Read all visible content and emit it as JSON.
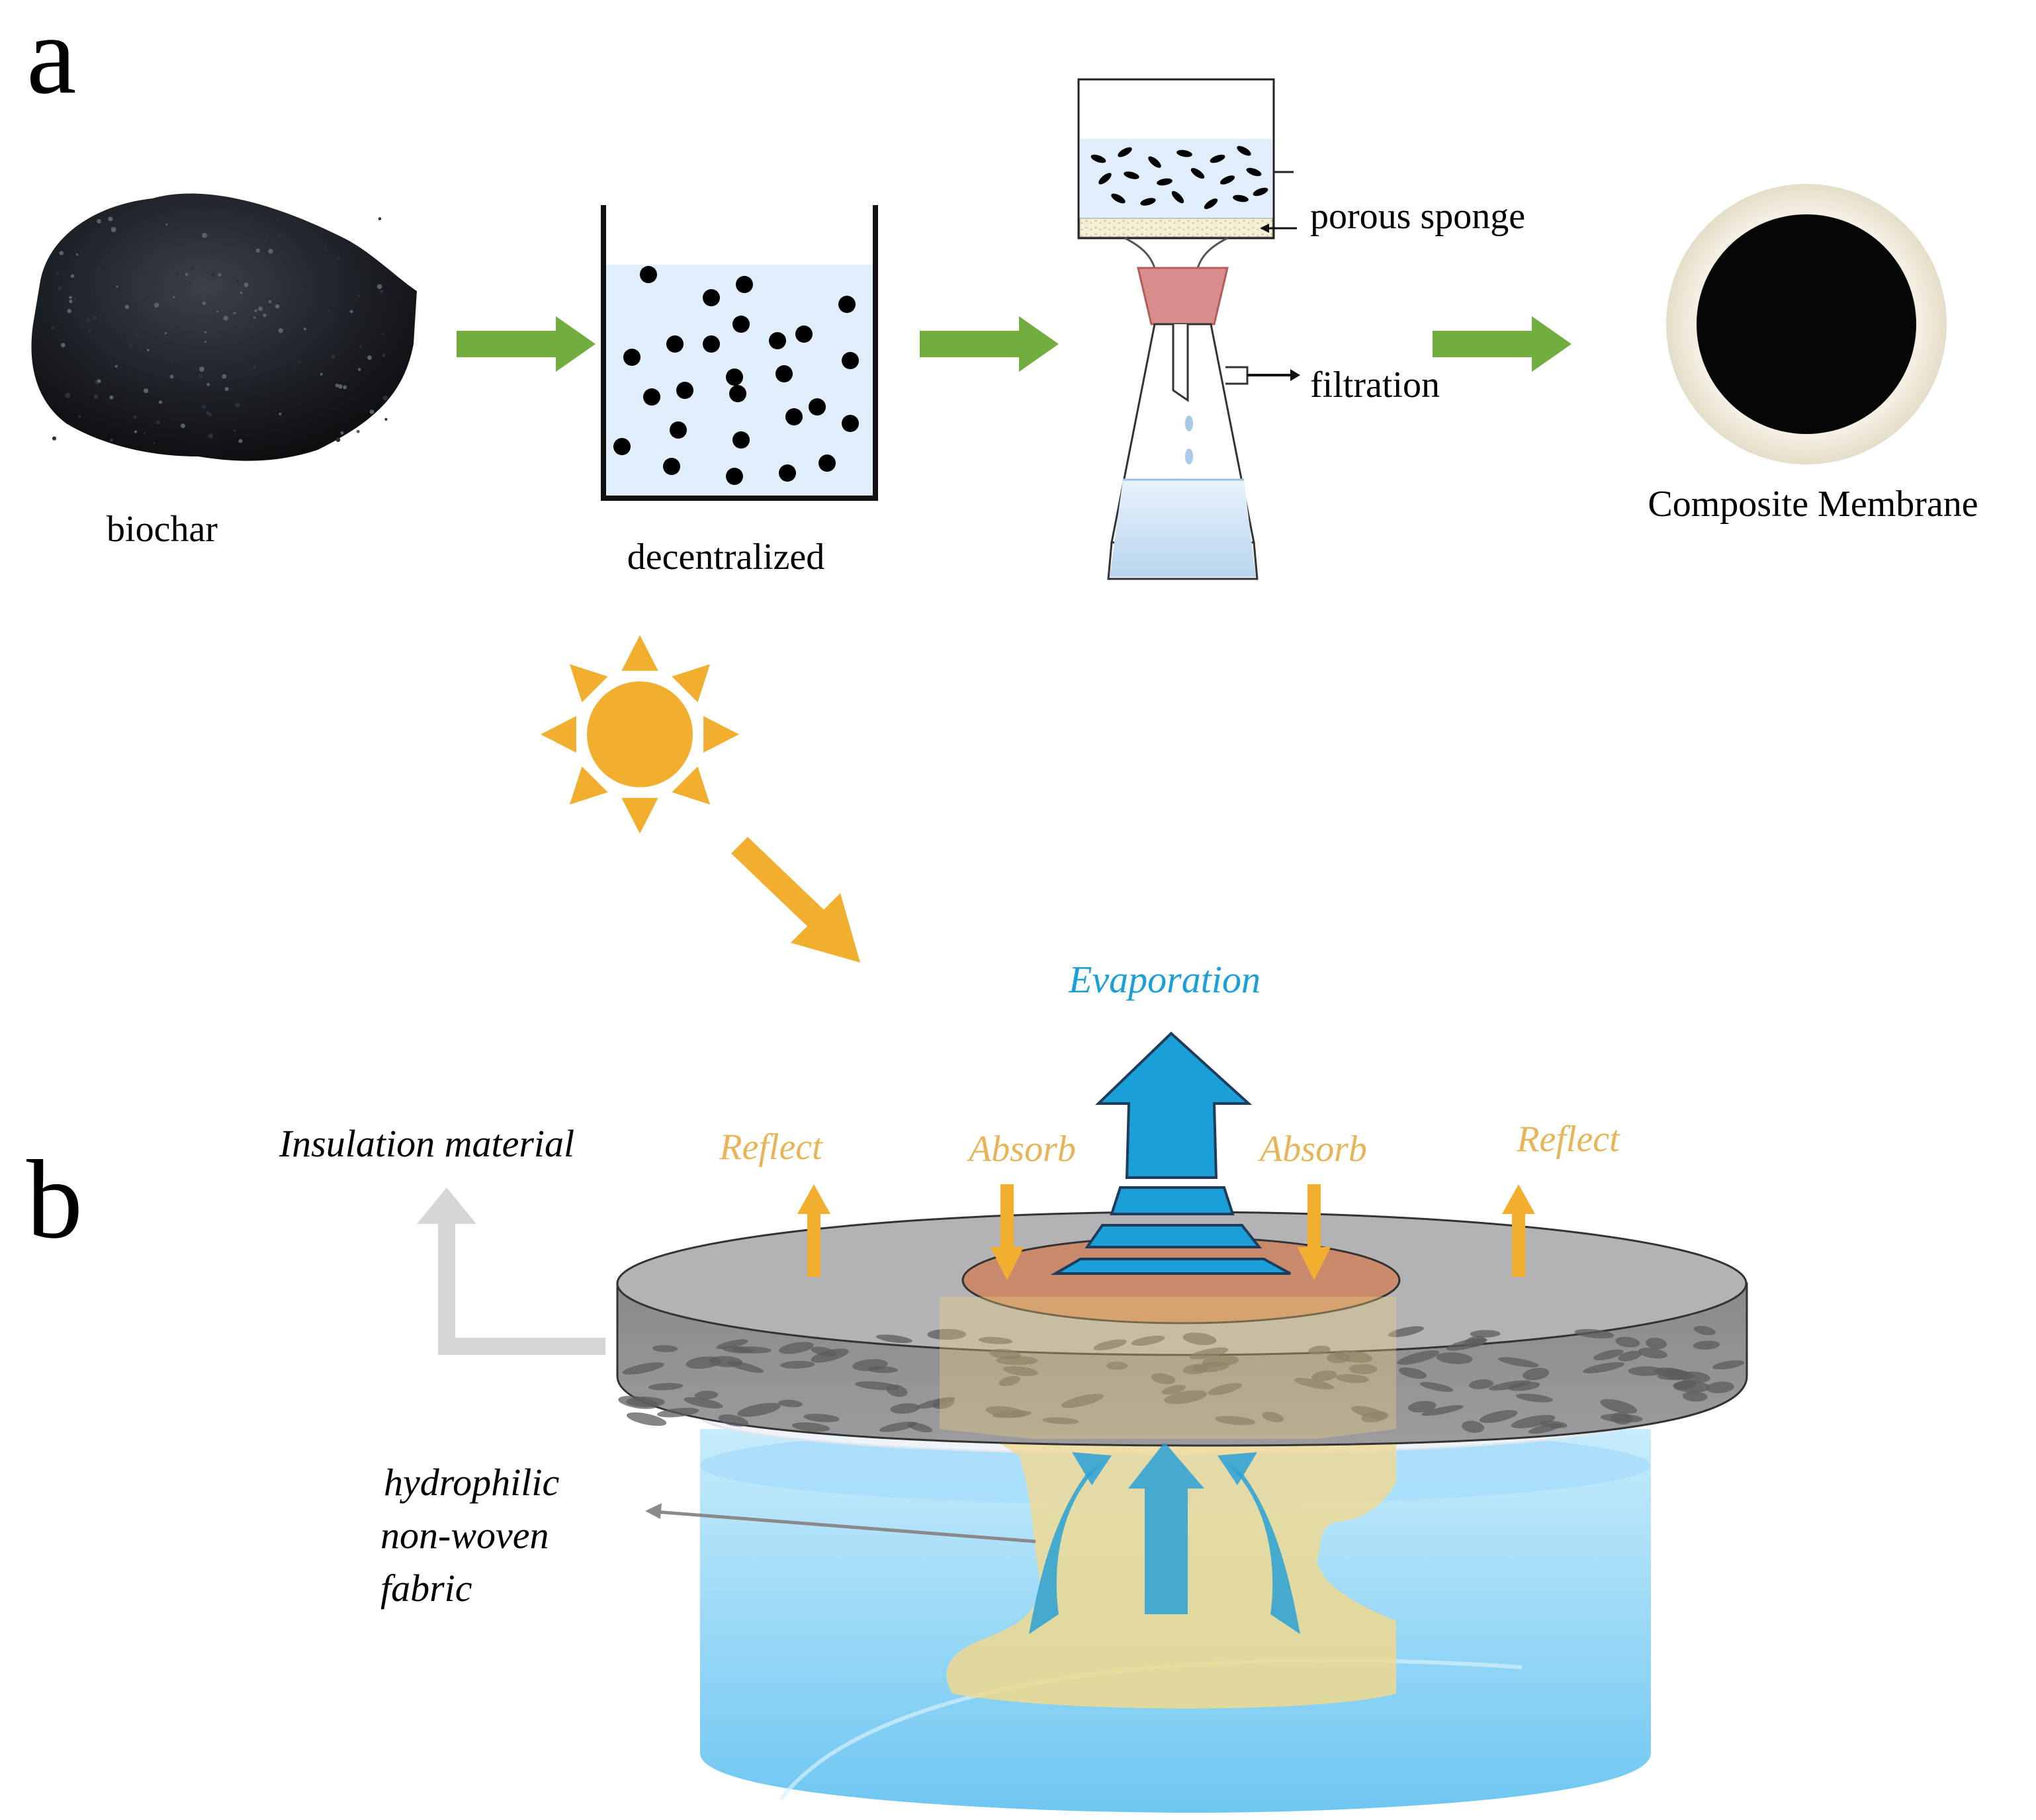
{
  "panel_a": {
    "label": "a",
    "steps": {
      "biochar": "biochar",
      "decentralized": "decentralized",
      "porous_sponge": "porous sponge",
      "filtration": "filtration",
      "composite_membrane": "Composite Membrane"
    }
  },
  "panel_b": {
    "label": "b",
    "evaporation": "Evaporation",
    "insulation": "Insulation material",
    "reflect_left": "Reflect",
    "reflect_right": "Reflect",
    "absorb_left": "Absorb",
    "absorb_right": "Absorb",
    "fabric": [
      "hydrophilic",
      "non-woven",
      "fabric"
    ]
  },
  "colors": {
    "green_arrow": "#72ad3f",
    "sun": "#f2af2f",
    "orange_label": "#e7b458",
    "evaporation_blue": "#1a9fd9",
    "membrane_brown": "#c98a6b",
    "water_blue": "#9fd8f5",
    "insulation_gray": "#8e8e90"
  }
}
